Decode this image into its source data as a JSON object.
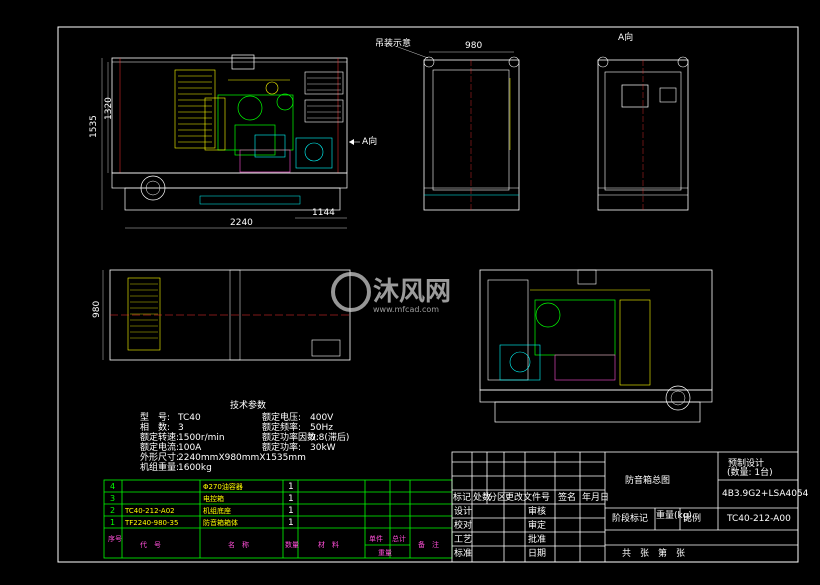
{
  "drawing": {
    "view_label_a": "A向",
    "view_label_a_side": "A向",
    "lifting_note": "吊装示意",
    "dim_height_1": "1535",
    "dim_height_2": "1320",
    "dim_width_left": "2240",
    "dim_width_sub": "1144",
    "dim_side_width": "980",
    "dim_plan_depth": "980"
  },
  "watermark": {
    "brand": "沐风网",
    "url": "www.mfcad.com"
  },
  "tech_params": {
    "title": "技术参数",
    "rows_left": [
      {
        "label": "型　号:",
        "value": "TC40"
      },
      {
        "label": "相　数:",
        "value": "3"
      },
      {
        "label": "额定转速:",
        "value": "1500r/min"
      },
      {
        "label": "额定电流:",
        "value": "100A"
      },
      {
        "label": "外形尺寸:",
        "value": "2240mmX980mmX1535mm"
      },
      {
        "label": "机组重量:",
        "value": "1600kg"
      }
    ],
    "rows_right": [
      {
        "label": "额定电压:",
        "value": "400V"
      },
      {
        "label": "额定频率:",
        "value": "50Hz"
      },
      {
        "label": "额定功率因数:",
        "value": "0.8(滞后)"
      },
      {
        "label": "额定功率:",
        "value": "30kW"
      }
    ]
  },
  "bom": {
    "rows": [
      {
        "no": "4",
        "code": "",
        "name": "Φ270油容器",
        "qty": "1"
      },
      {
        "no": "3",
        "code": "",
        "name": "电控箱",
        "qty": "1"
      },
      {
        "no": "2",
        "code": "TC40-212-A02",
        "name": "机组底座",
        "qty": "1"
      },
      {
        "no": "1",
        "code": "TF2240-980-35",
        "name": "防音箱箱体",
        "qty": "1"
      }
    ],
    "header": {
      "no": "序号",
      "code": "代　号",
      "name": "名　称",
      "qty": "数量",
      "material": "材　料",
      "unit": "单件",
      "total": "总计",
      "weight": "重量",
      "note": "备　注"
    }
  },
  "title_block": {
    "design_label": "预制设计",
    "quantity": "(数量: 1台)",
    "drawing_name": "防音箱总图",
    "model": "4B3.9G2+LSA4054",
    "drawing_no": "TC40-212-A00",
    "stage_mark": "阶段标记",
    "weight": "重量(kg)",
    "scale": "比例",
    "sheets": "共　张　第　张",
    "rev_headers": [
      "标记",
      "处数",
      "分区",
      "更改文件号",
      "签名",
      "年月日"
    ],
    "roles_left": [
      "设计",
      "校对",
      "工艺",
      "标准"
    ],
    "roles_right": [
      "审核",
      "审定",
      "批准",
      "日期"
    ]
  }
}
